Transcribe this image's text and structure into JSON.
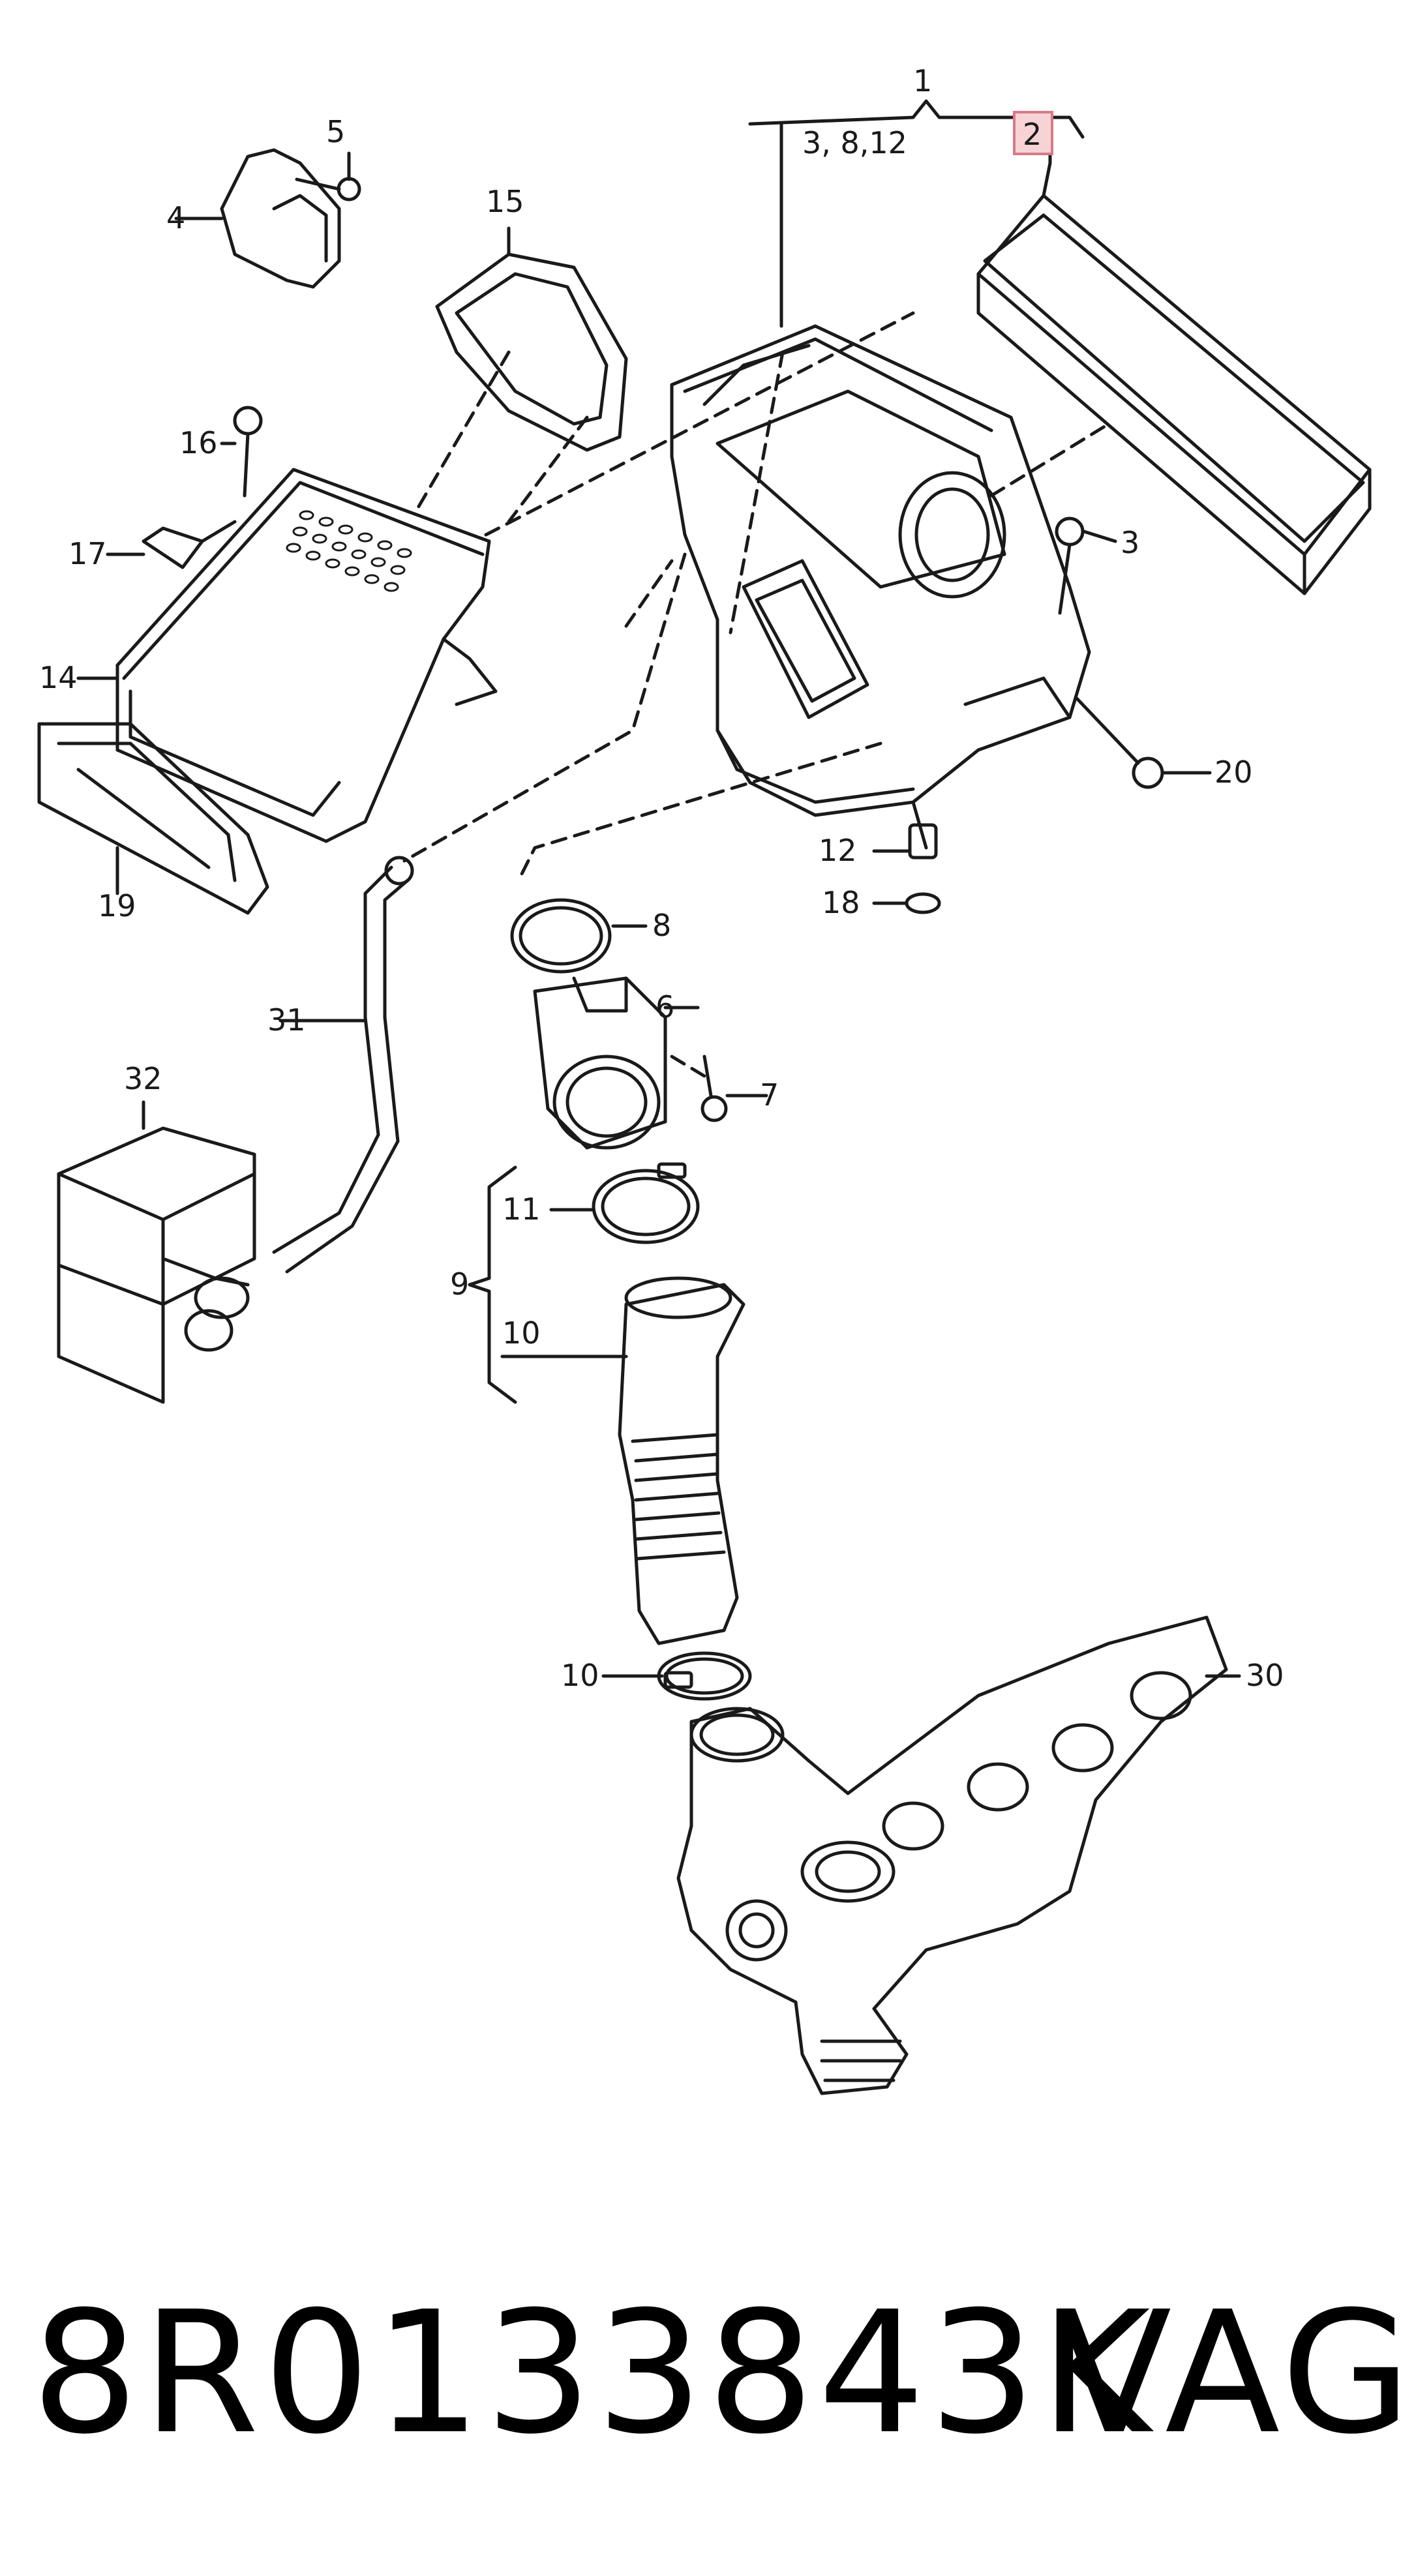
{
  "callouts": {
    "c1": "1",
    "c2": "2",
    "c3a": "3, 8,12",
    "c3": "3",
    "c4": "4",
    "c5": "5",
    "c6": "6",
    "c7": "7",
    "c8": "8",
    "c9": "9",
    "c10a": "10",
    "c10b": "10",
    "c11": "11",
    "c12": "12",
    "c14": "14",
    "c15": "15",
    "c16": "16",
    "c17": "17",
    "c18": "18",
    "c19": "19",
    "c20": "20",
    "c30": "30",
    "c31": "31",
    "c32": "32"
  },
  "highlight_color": "#e8a0a8",
  "footer": {
    "part_number": "8R0133843K",
    "brand": "VAG"
  }
}
